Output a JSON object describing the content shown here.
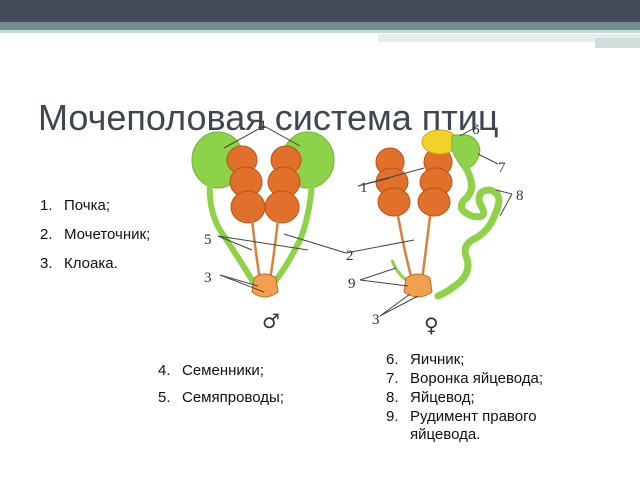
{
  "title": "Мочеполовая система птиц",
  "list_left": [
    {
      "num": "1.",
      "text": "Почка;"
    },
    {
      "num": "2.",
      "text": "Мочеточник;"
    },
    {
      "num": "3.",
      "text": "Клоака."
    }
  ],
  "list_male": [
    {
      "num": "4.",
      "text": "Семенники;"
    },
    {
      "num": "5.",
      "text": "Семяпроводы;"
    }
  ],
  "list_female": [
    {
      "num": "6.",
      "text": "Яичник;"
    },
    {
      "num": "7.",
      "text": "Воронка яйцевода;"
    },
    {
      "num": "8.",
      "text": "Яйцевод;"
    },
    {
      "num": "9.",
      "text": "Рудимент правого яйцевода."
    }
  ],
  "figure_labels": {
    "male": [
      "4",
      "5",
      "3"
    ],
    "center": [
      "1",
      "2",
      "9",
      "3"
    ],
    "female": [
      "6",
      "7",
      "8"
    ],
    "male_symbol": "♂",
    "female_symbol": "♀"
  },
  "colors": {
    "testis_green": "#8ed24a",
    "kidney_orange": "#e0702a",
    "ovary_yellow": "#f2d12a",
    "title_gray": "#3e4651"
  }
}
